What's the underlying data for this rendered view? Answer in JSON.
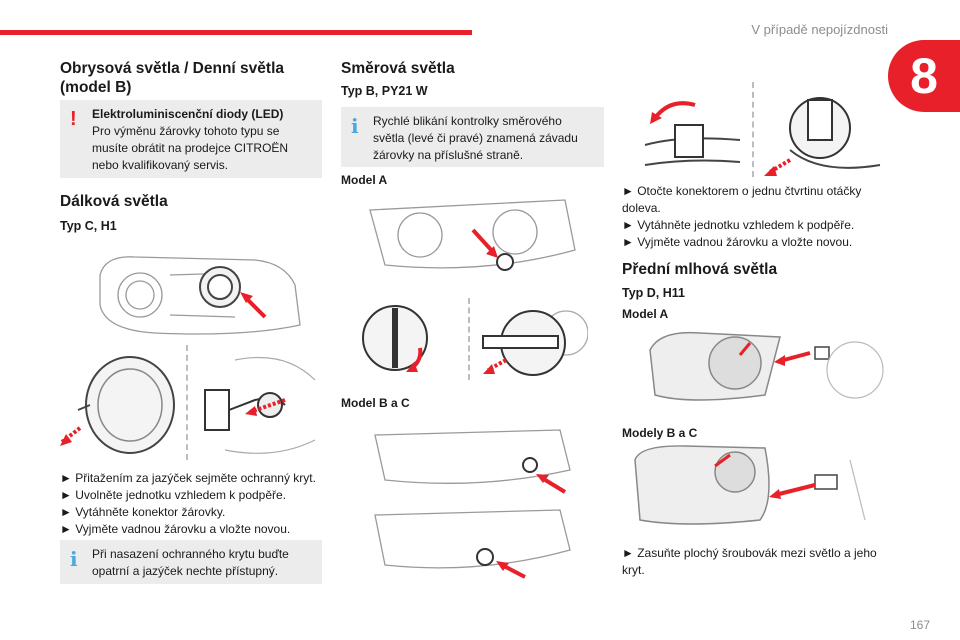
{
  "header": {
    "chapter_title": "V případě nepojízdnosti",
    "chapter_number": "8"
  },
  "col1": {
    "h_outline": "Obrysová světla / Denní světla (model B)",
    "warn_bold": "Elektroluminiscenční diody (LED)",
    "warn_text": "Pro výměnu žárovky tohoto typu se musíte obrátit na prodejce CITROËN nebo kvalifikovaný servis.",
    "h_high": "Dálková světla",
    "type_high": "Typ C, H1",
    "steps": [
      "Přitažením za jazýček sejměte ochranný kryt.",
      "Uvolněte jednotku vzhledem k podpěře.",
      "Vytáhněte konektor žárovky.",
      "Vyjměte vadnou žárovku a vložte novou."
    ],
    "info_text": "Při nasazení ochranného krytu buďte opatrní a jazýček nechte přístupný."
  },
  "col2": {
    "h_turn": "Směrová světla",
    "type_turn": "Typ B, PY21 W",
    "info_text": "Rychlé blikání kontrolky směrového světla (levé či pravé) znamená závadu žárovky na příslušné straně.",
    "model_a": "Model A",
    "model_bc": "Model B a C"
  },
  "col3": {
    "steps": [
      "Otočte konektorem o jednu čtvrtinu otáčky doleva.",
      "Vytáhněte jednotku vzhledem k podpěře.",
      "Vyjměte vadnou žárovku a vložte novou."
    ],
    "h_fog": "Přední mlhová světla",
    "type_fog": "Typ D, H11",
    "model_a": "Model A",
    "model_bc": "Modely B a C",
    "step_final": "Zasuňte plochý šroubovák mezi světlo a jeho kryt."
  },
  "footer": {
    "page_number": "167"
  },
  "colors": {
    "accent": "#e8202a",
    "info": "#4aa8e0",
    "note_bg": "#ececec"
  },
  "icons": [
    "warning-icon",
    "info-icon",
    "arrow-icon"
  ]
}
